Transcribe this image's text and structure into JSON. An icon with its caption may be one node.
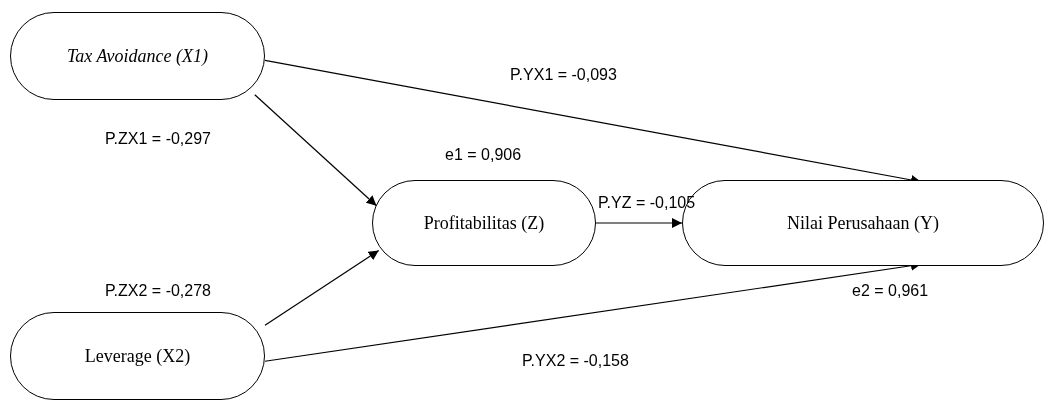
{
  "diagram": {
    "nodes": [
      {
        "text": [
          "Tax Avoidance (X1)"
        ]
      },
      {
        "text": [
          "Profitabilitas (Z)"
        ]
      },
      {
        "text": [
          "Nilai Perusahaan (Y)"
        ]
      },
      {
        "text": [
          "Leverage (X2)"
        ]
      }
    ],
    "edges": [
      {
        "from": 0,
        "to": 2,
        "arrow": "to",
        "label": "P.YX1 = -0,093"
      },
      {
        "from": 0,
        "to": 1,
        "arrow": "to",
        "label": "P.ZX1 = -0,297"
      },
      {
        "from": 1,
        "to": 2,
        "arrow": "to",
        "label": "P.YZ = -0,105"
      },
      {
        "from": 3,
        "to": 1,
        "arrow": "to",
        "label": "P.ZX2 = -0,278"
      },
      {
        "from": 3,
        "to": 2,
        "arrow": "to",
        "label": "P.YX2 = -0,158"
      }
    ],
    "labels": [
      "e1 = 0,906",
      "e2 = 0,961"
    ]
  }
}
